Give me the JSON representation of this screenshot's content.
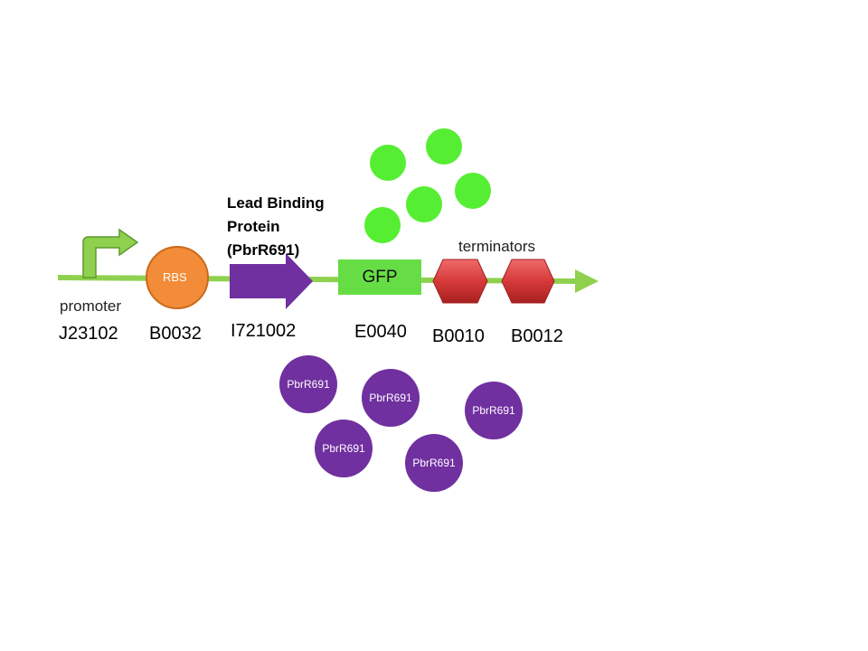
{
  "labels": {
    "promoter": "promoter",
    "terminators": "terminators",
    "rbs": "RBS",
    "gfp": "GFP",
    "protein_title_line1": "Lead Binding",
    "protein_title_line2": "Protein",
    "protein_title_line3": "(PbrR691)"
  },
  "parts": {
    "promoter_code": "J23102",
    "rbs_code": "B0032",
    "protein_code": "I721002",
    "gfp_code": "E0040",
    "terminator1_code": "B0010",
    "terminator2_code": "B0012"
  },
  "pbr_dots": [
    "PbrR691",
    "PbrR691",
    "PbrR691",
    "PbrR691",
    "PbrR691"
  ],
  "colors": {
    "backbone": "#8fd14f",
    "promoter_arrow": "#8fd14f",
    "rbs": "#f28c38",
    "cds": "#7030a0",
    "gfp": "#66dd44",
    "terminator": "#d63a3a",
    "green_dot": "#55ee33",
    "purple_dot": "#7030a0"
  }
}
